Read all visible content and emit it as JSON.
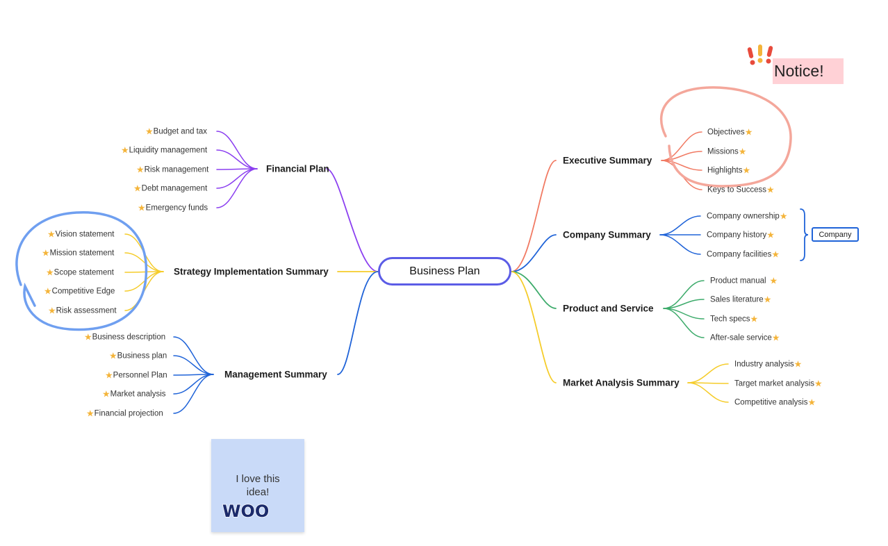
{
  "center": {
    "label": "Business Plan"
  },
  "colors": {
    "financial": "#8b3ff0",
    "strategy": "#f5cc2a",
    "management": "#1f63d8",
    "executive": "#f17a63",
    "company": "#1f63d8",
    "product": "#3dab6b",
    "market": "#f5cc2a",
    "center_border": "#5b5ce6"
  },
  "branches": [
    {
      "id": "financial",
      "label": "Financial Plan",
      "side": "left",
      "leaves": [
        "Budget and tax",
        "Liquidity management",
        "Risk management",
        "Debt management",
        "Emergency funds"
      ]
    },
    {
      "id": "strategy",
      "label": "Strategy Implementation Summary",
      "side": "left",
      "leaves": [
        "Vision statement",
        "Mission statement",
        "Scope statement",
        "Competitive Edge",
        "Risk assessment"
      ]
    },
    {
      "id": "management",
      "label": "Management Summary",
      "side": "left",
      "leaves": [
        "Business description",
        "Business plan",
        "Personnel Plan",
        "Market analysis",
        "Financial  projection"
      ]
    },
    {
      "id": "executive",
      "label": "Executive Summary",
      "side": "right",
      "leaves": [
        "Objectives",
        "Missions",
        "Highlights",
        "Keys to Success"
      ]
    },
    {
      "id": "company",
      "label": "Company Summary",
      "side": "right",
      "leaves": [
        "Company ownership",
        "Company history",
        "Company facilities"
      ]
    },
    {
      "id": "product",
      "label": "Product and Service",
      "side": "right",
      "leaves": [
        "Product manual",
        "Sales literature",
        "Tech specs",
        "After-sale service"
      ]
    },
    {
      "id": "market",
      "label": "Market Analysis Summary",
      "side": "right",
      "leaves": [
        "Industry analysis",
        "Target market analysis",
        "Competitive analysis"
      ]
    }
  ],
  "summary_box": {
    "label": "Company"
  },
  "notice": {
    "label": "Notice!"
  },
  "sticky_note": {
    "text_line1": "I love this",
    "text_line2": "idea!",
    "sticker": "WOO"
  },
  "annotations": {
    "pink_circle_color": "#f4a79b",
    "blue_circle_color": "#6f9ff0"
  }
}
